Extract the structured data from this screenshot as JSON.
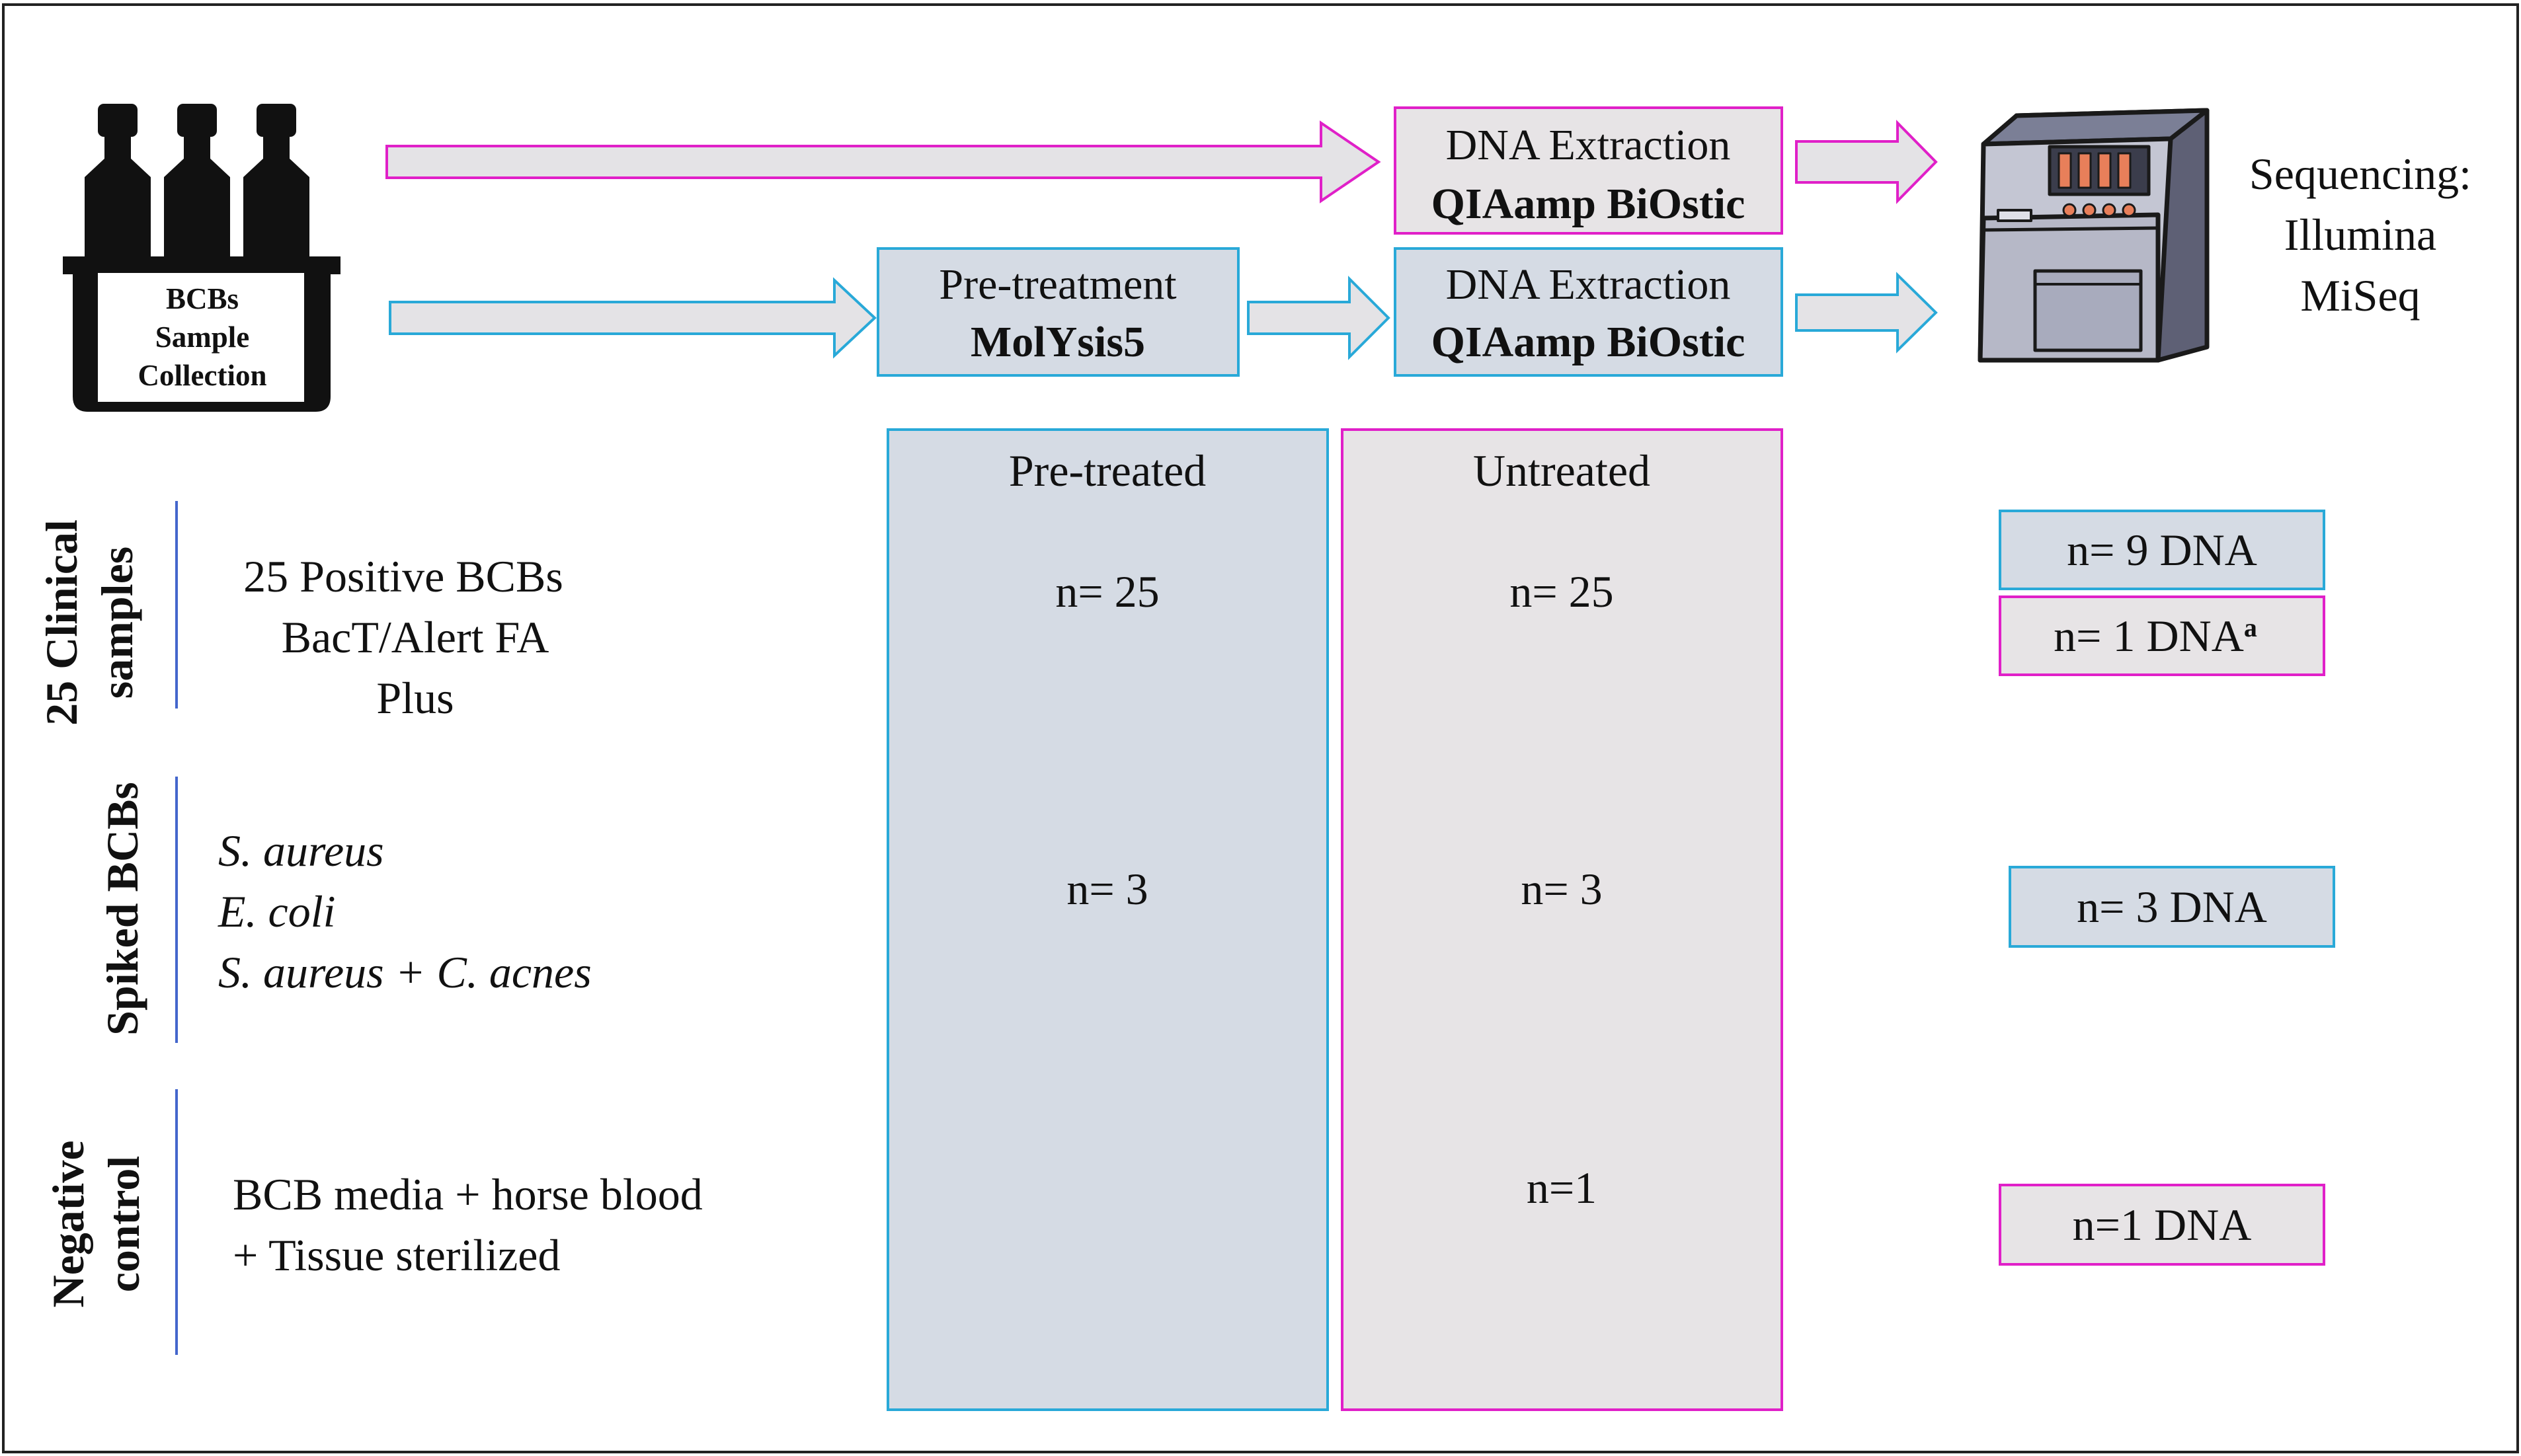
{
  "colors": {
    "magenta": "#e020c8",
    "cyan": "#29a9d8",
    "pretreated_fill": "#d5dbe4",
    "untreated_fill": "#e7e4e6",
    "arrow_fill": "#e4e3e6",
    "divider": "#4466cc"
  },
  "icons": {
    "bottles": "blood-culture-bottles-icon",
    "sequencer": "sequencer-machine-icon"
  },
  "collection": {
    "line1": "BCBs",
    "line2": "Sample",
    "line3": "Collection"
  },
  "workflow": {
    "untreated_path": {
      "extraction_title": "DNA Extraction",
      "extraction_kit": "QIAamp BiOstic"
    },
    "pretreated_path": {
      "pretreatment_title": "Pre-treatment",
      "pretreatment_kit": "MolYsis5",
      "extraction_title": "DNA Extraction",
      "extraction_kit": "QIAamp BiOstic"
    },
    "sequencing": {
      "line1": "Sequencing:",
      "line2": "Illumina",
      "line3": "MiSeq"
    }
  },
  "columns": {
    "pretreated": "Pre-treated",
    "untreated": "Untreated"
  },
  "rows": [
    {
      "category": [
        "25 Clinical",
        "samples"
      ],
      "description": [
        "25 Positive BCBs",
        "BacT/Alert FA",
        "Plus"
      ],
      "pretreated": "n= 25",
      "untreated": "n= 25",
      "dna_results": [
        {
          "text": "n= 9 DNA",
          "superscript": ""
        },
        {
          "text": "n= 1 DNA",
          "superscript": "a"
        }
      ]
    },
    {
      "category": [
        "Spiked BCBs"
      ],
      "description": [
        "S. aureus",
        "E. coli",
        "S. aureus + C. acnes"
      ],
      "pretreated": "n= 3",
      "untreated": "n= 3",
      "dna_results": [
        {
          "text": "n= 3 DNA",
          "superscript": ""
        }
      ]
    },
    {
      "category": [
        "Negative",
        "control"
      ],
      "description": [
        "BCB media + horse blood",
        "+ Tissue sterilized"
      ],
      "pretreated": "",
      "untreated": "n=1",
      "dna_results": [
        {
          "text": "n=1 DNA",
          "superscript": ""
        }
      ]
    }
  ]
}
